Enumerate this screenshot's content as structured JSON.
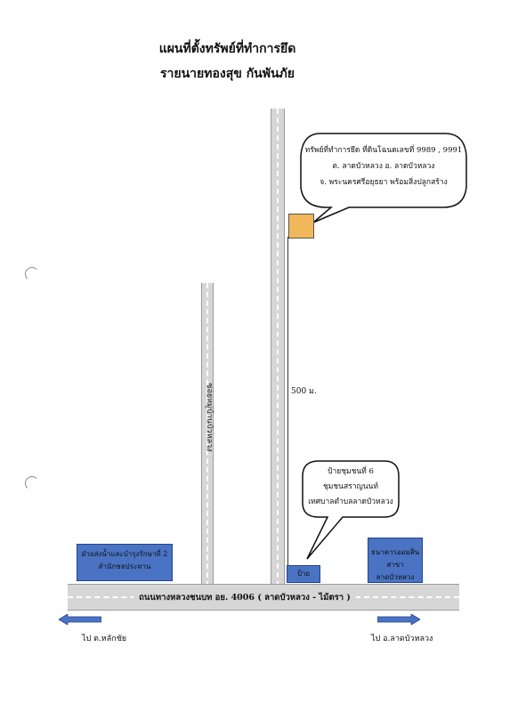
{
  "title": {
    "line1": "แผนที่ตั้งทรัพย์ที่ทำการยึด",
    "line2": "รายนายทองสุข  กันพันภัย"
  },
  "property_callout": {
    "line1": "ทรัพย์ที่ทำการยึด ที่ดินโฉนดเลขที่ 9989 , 9991",
    "line2": "ต. ลาดบัวหลวง  อ. ลาดบัวหลวง",
    "line3": "จ. พระนครศรีอยุธยา พร้อมสิ่งปลูกสร้าง"
  },
  "sign_callout": {
    "line1": "ป้ายชุมชนที่ 6",
    "line2": "ชุมชนสราญนนท์",
    "line3": "เทศบาลตำบลลาดบัวหลวง"
  },
  "distance_label": "500 ม.",
  "soi_label": "ซอยหมู่บ้านบัวหลวง",
  "main_road_label": "ถนนทางหลวงชนบท อย. 4006 ( ลาดบัวหลวง - ไม้ตรา )",
  "sign_box_label": "ป้าย",
  "left_box": {
    "line1": "ฝ่ายส่งน้ำและบำรุงรักษาที่ 2",
    "line2": "สำนักชลประทาน"
  },
  "right_box": {
    "line1": "ธนาคารออมสิน",
    "line2": "สาขาลาดบัวหลวง"
  },
  "left_direction": "ไป ต.หลักชัย",
  "right_direction": "ไป อ.ลาดบัวหลวง",
  "colors": {
    "property": "#f0b85a",
    "boxes": "#4a73c4",
    "arrows": "#4a73c4",
    "roads": "#d6d6d6"
  }
}
